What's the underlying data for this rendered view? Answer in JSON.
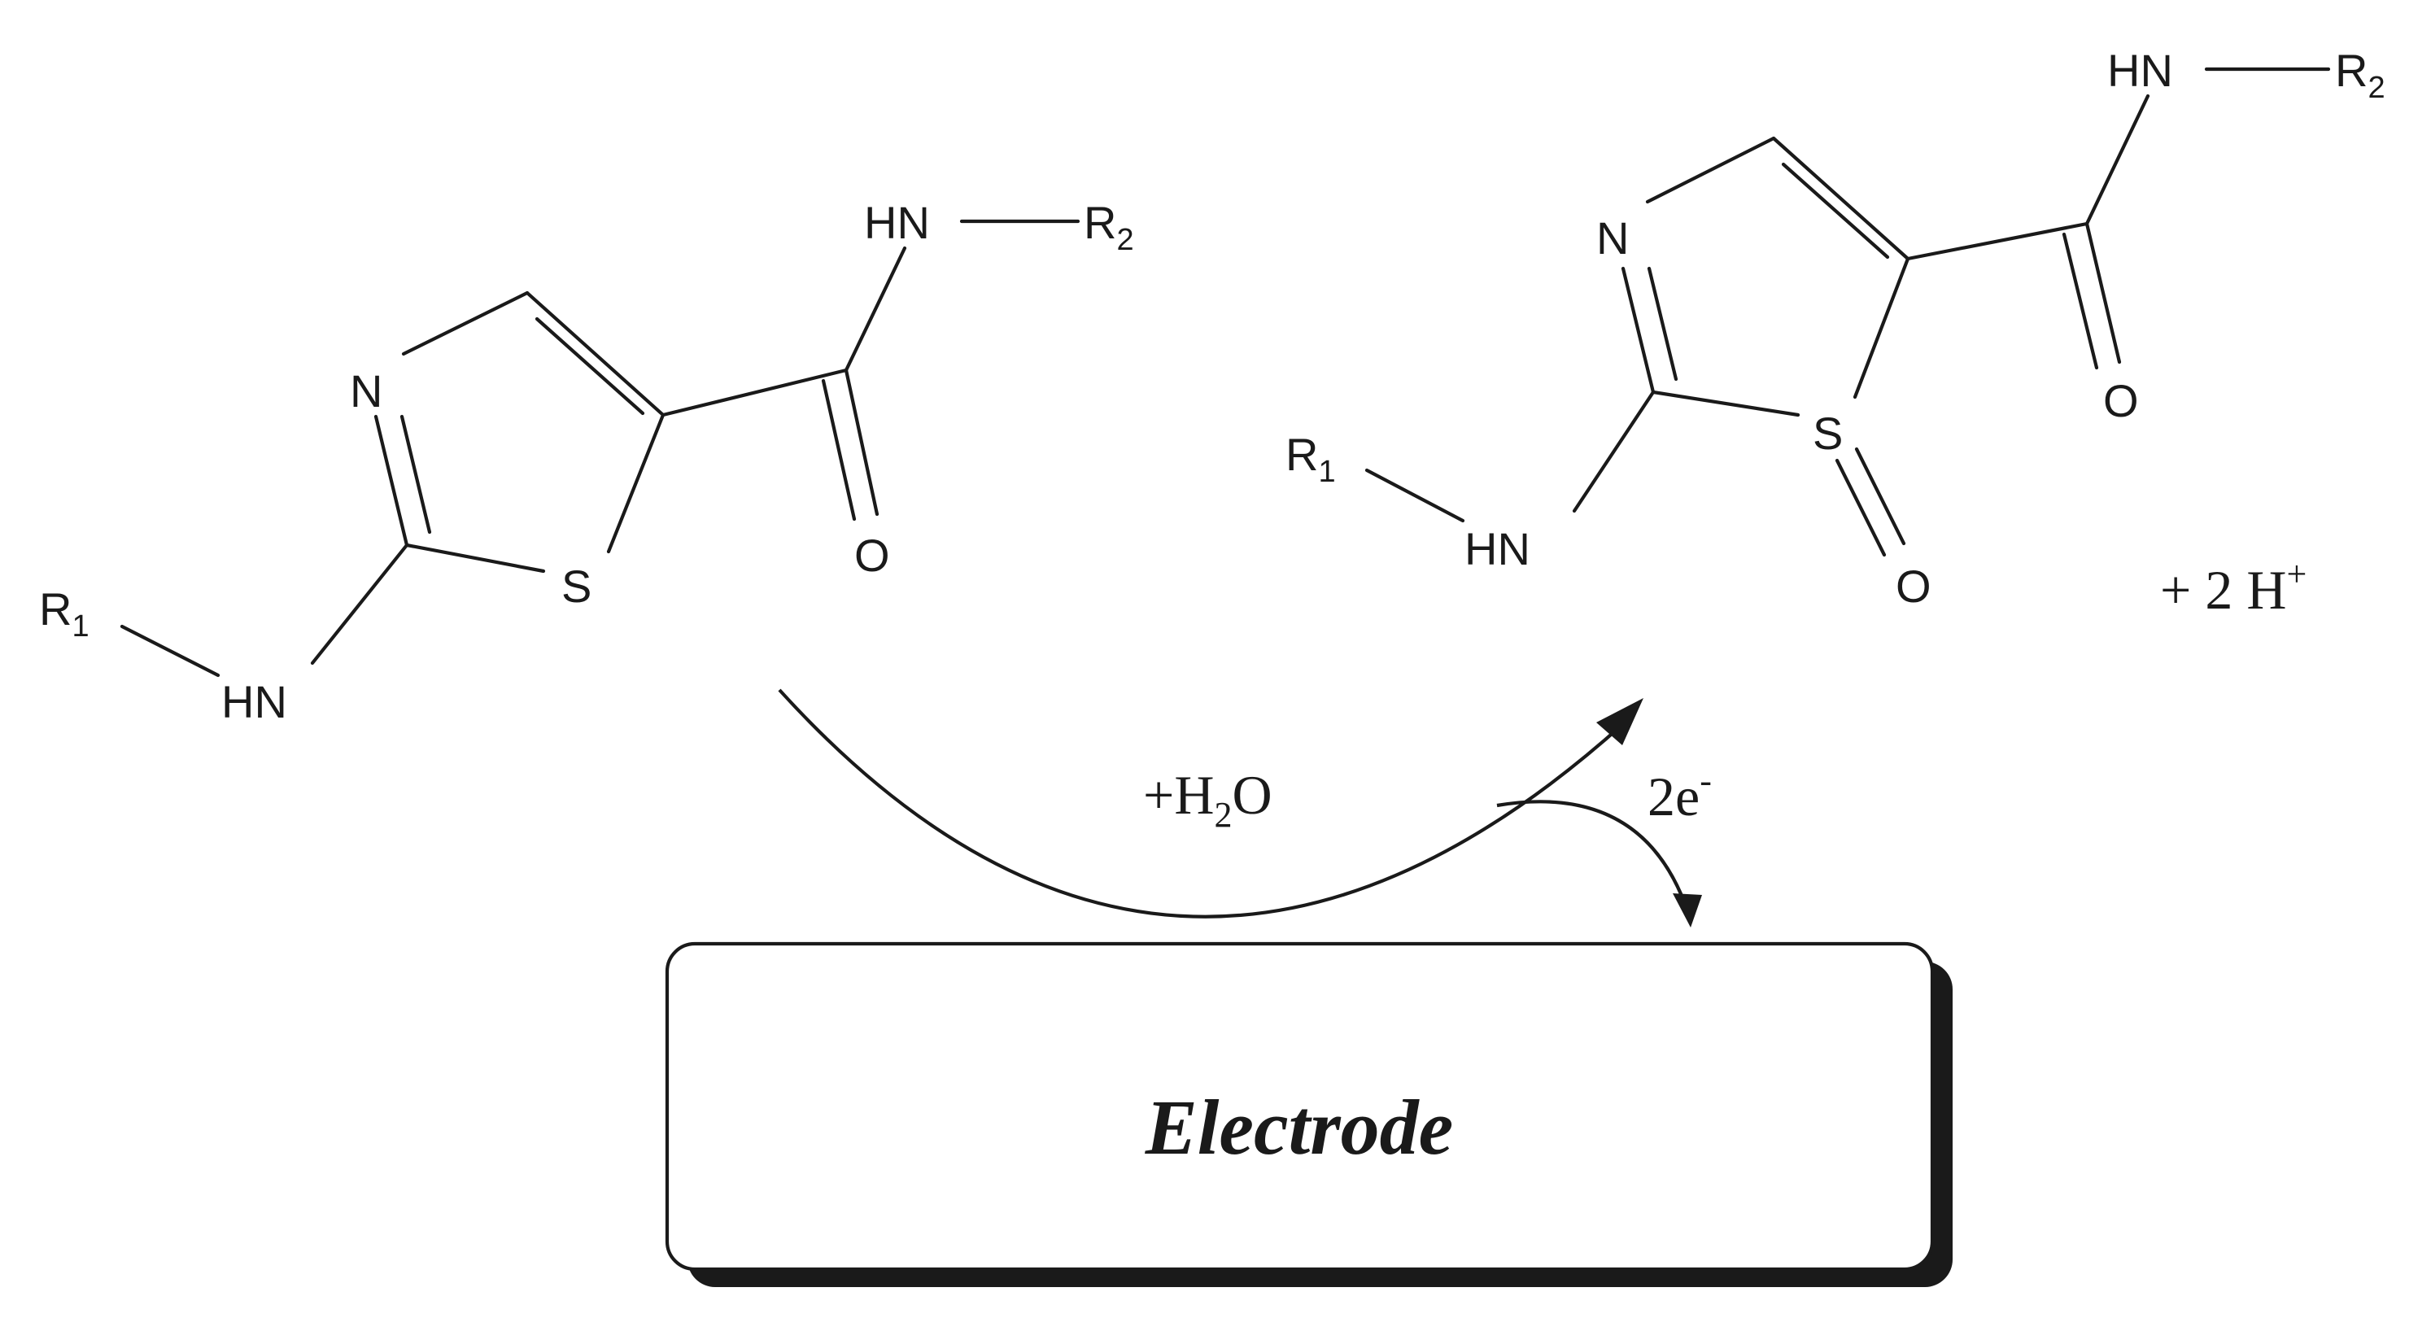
{
  "reactant": {
    "atoms": {
      "N": "N",
      "S": "S",
      "O": "O",
      "HN_amide": "HN",
      "R2": {
        "letter": "R",
        "sub": "2"
      },
      "HN_amine": "HN",
      "R1": {
        "letter": "R",
        "sub": "1"
      }
    }
  },
  "product": {
    "atoms": {
      "N": "N",
      "S": "S",
      "O_sulfoxide": "O",
      "O": "O",
      "HN_amide": "HN",
      "R2": {
        "letter": "R",
        "sub": "2"
      },
      "HN_amine": "HN",
      "R1": {
        "letter": "R",
        "sub": "1"
      }
    }
  },
  "reagents": {
    "water": {
      "prefix": "+H",
      "sub": "2",
      "suffix": "O"
    },
    "electrons": {
      "text": "2e",
      "sup": "-"
    },
    "protons": {
      "text": "+ 2 H",
      "sup": "+"
    }
  },
  "electrode": {
    "label": "Electrode"
  }
}
